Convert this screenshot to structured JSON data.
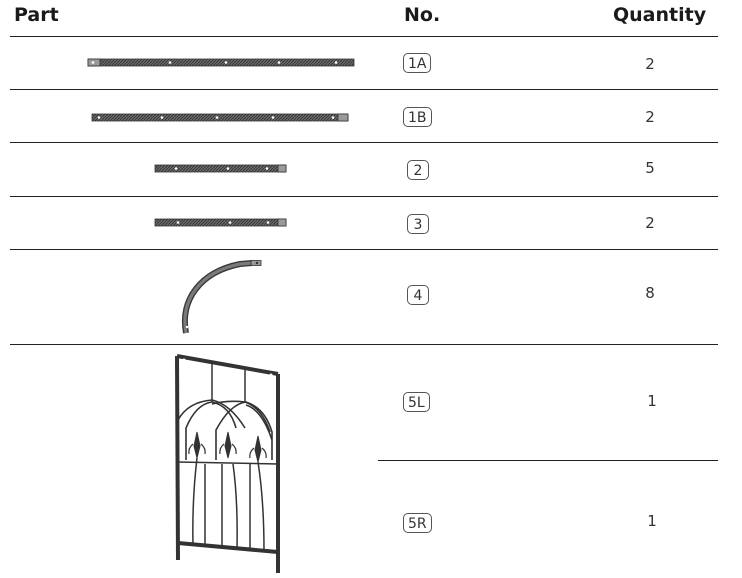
{
  "headers": {
    "part": "Part",
    "no": "No.",
    "quantity": "Quantity"
  },
  "rows": [
    {
      "id": "1A",
      "qty": "2",
      "part_icon": "long-bar-icon"
    },
    {
      "id": "1B",
      "qty": "2",
      "part_icon": "long-bar-icon"
    },
    {
      "id": "2",
      "qty": "5",
      "part_icon": "short-bar-icon"
    },
    {
      "id": "3",
      "qty": "2",
      "part_icon": "short-bar-icon"
    },
    {
      "id": "4",
      "qty": "8",
      "part_icon": "curved-arch-icon"
    },
    {
      "id": "5L",
      "qty": "1",
      "part_icon": "gate-panel-icon"
    },
    {
      "id": "5R",
      "qty": "1",
      "part_icon": "gate-panel-icon"
    }
  ]
}
